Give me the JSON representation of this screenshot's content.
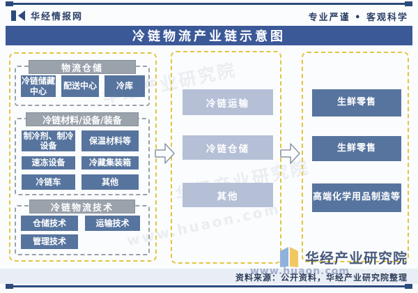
{
  "header": {
    "brand": "华经情报网",
    "slogan": "专业严谨 • 客观科学",
    "title": "冷链物流产业链示意图"
  },
  "diagram": {
    "left_panel": {
      "groups": [
        {
          "title": "物流仓储",
          "items": [
            "冷链储藏中心",
            "配送中心",
            "冷库"
          ]
        },
        {
          "title": "冷链材料/设备/装备",
          "items": [
            "制冷剂、制冷设备",
            "保温材料等",
            "速冻设备",
            "冷藏集装箱",
            "冷链车",
            "其他"
          ]
        },
        {
          "title": "冷链物流技术",
          "items": [
            "仓储技术",
            "运输技术",
            "管理技术"
          ]
        }
      ]
    },
    "middle_panel": {
      "items": [
        "冷链运输",
        "冷链仓储",
        "其他"
      ]
    },
    "right_panel": {
      "items": [
        "生鲜零售",
        "生鲜零售",
        "高端化学用品制造等"
      ]
    }
  },
  "watermark": {
    "company": "华经产业研究院",
    "url": "www.huaon.com"
  },
  "footer": {
    "logo_text": "华经产业研究院",
    "source": "资料来源：公开资料，华经产业研究院整理"
  },
  "colors": {
    "title_bar_blue": "#3b5897",
    "item_blue": "#56749e",
    "light_blue": "#b5c0d7",
    "header_gray": "#9aa2ac",
    "dashed_yellow": "#e2c53e",
    "rule_navy": "#2c4a7c"
  }
}
